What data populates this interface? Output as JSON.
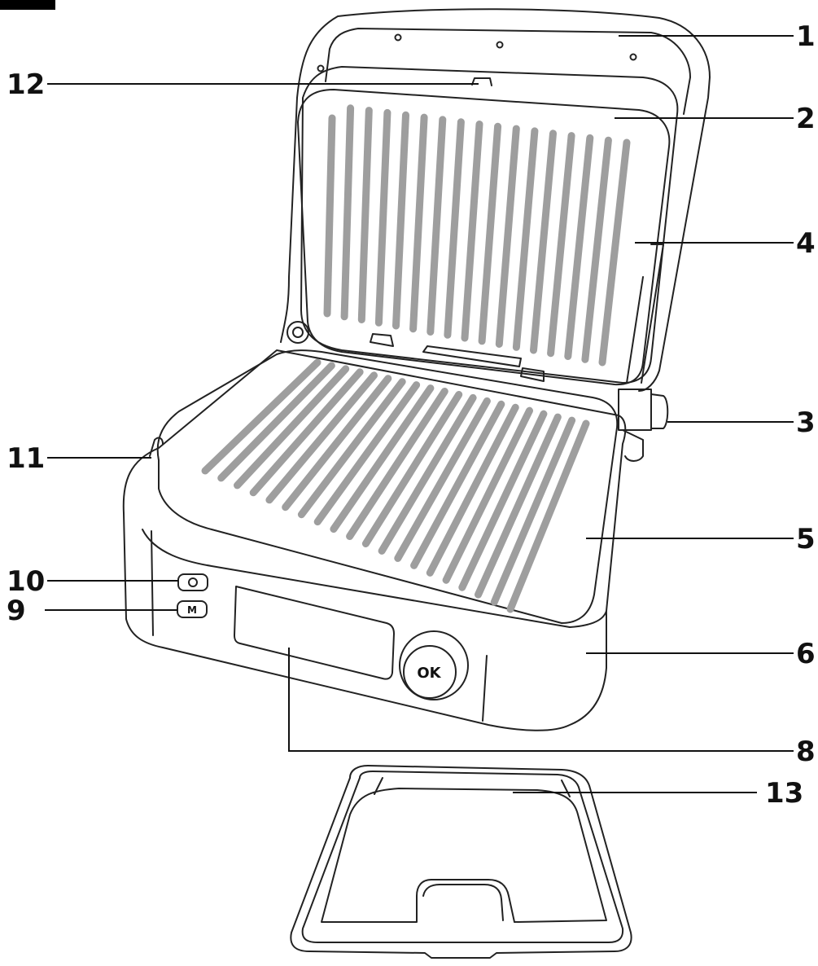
{
  "figure": {
    "corner_tab_color": "#000000",
    "ribs_color": "#9e9e9e",
    "line_color": "#222222"
  },
  "device": {
    "ok_button_label": "OK",
    "mode_button_label": "M",
    "power_button_icon": "power-ring-icon"
  },
  "callouts": [
    {
      "id": "c1",
      "number": "1"
    },
    {
      "id": "c2",
      "number": "2"
    },
    {
      "id": "c3",
      "number": "3"
    },
    {
      "id": "c4",
      "number": "4"
    },
    {
      "id": "c5",
      "number": "5"
    },
    {
      "id": "c6",
      "number": "6"
    },
    {
      "id": "c8",
      "number": "8"
    },
    {
      "id": "c9",
      "number": "9"
    },
    {
      "id": "c10",
      "number": "10"
    },
    {
      "id": "c11",
      "number": "11"
    },
    {
      "id": "c12",
      "number": "12"
    },
    {
      "id": "c13",
      "number": "13"
    }
  ]
}
